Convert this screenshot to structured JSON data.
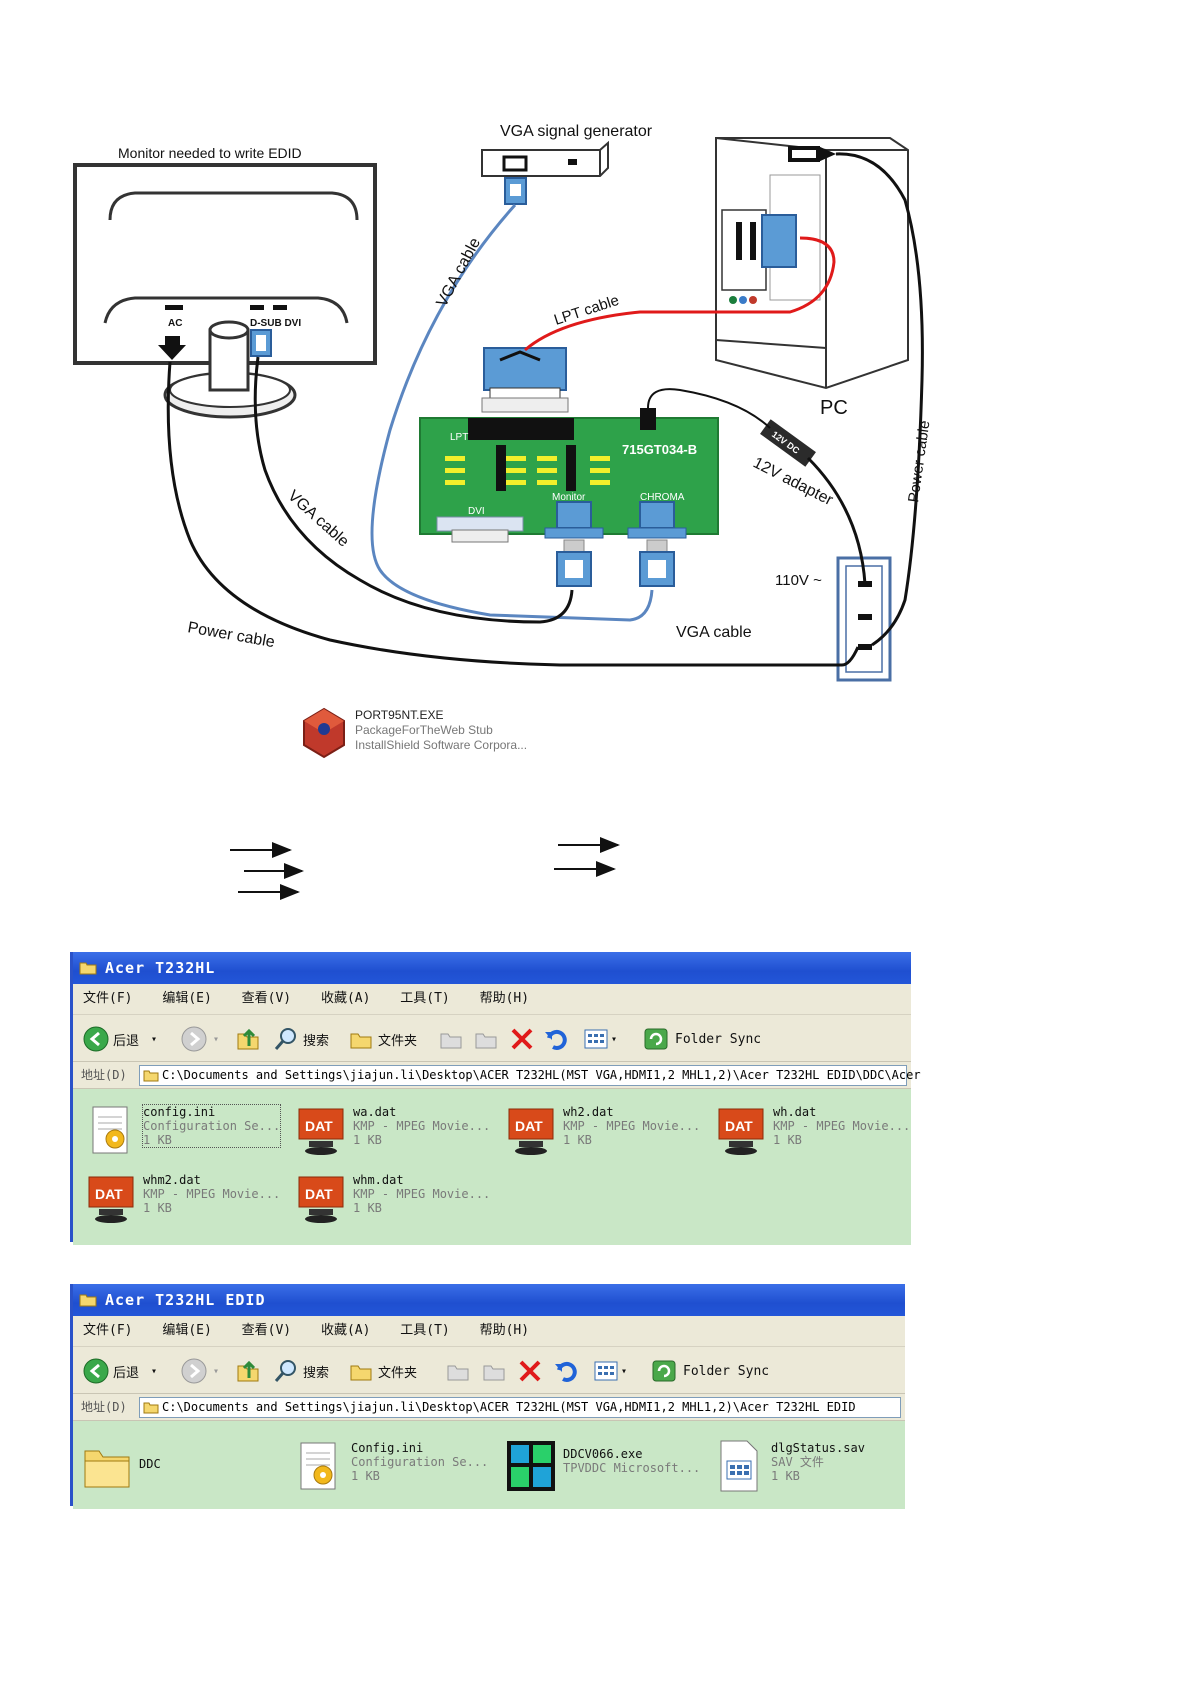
{
  "diagram": {
    "monitor_title": "Monitor needed to  write EDID",
    "ac_label": "AC",
    "dsub_dvi_label": "D-SUB DVI",
    "vga_generator_label": "VGA signal generator",
    "pc_label": "PC",
    "board_name": "715GT034-B",
    "board_lpt": "LPT",
    "board_dvi": "DVI",
    "board_monitor": "Monitor",
    "board_chroma": "CHROMA",
    "adapter_body": "12V DC",
    "adapter_label": "12V adapter",
    "outlet_label": "110V ~",
    "cable_vga_top": "VGA cable",
    "cable_lpt": "LPT cable",
    "cable_vga_left": "VGA cable",
    "cable_power_left": "Power cable",
    "cable_vga_bottom": "VGA cable",
    "cable_power_right": "Power cable"
  },
  "installer": {
    "name": "PORT95NT.EXE",
    "desc": "PackageForTheWeb Stub",
    "company": "InstallShield Software Corpora..."
  },
  "window1": {
    "title": "Acer T232HL",
    "menu": [
      "文件(F)",
      "编辑(E)",
      "查看(V)",
      "收藏(A)",
      "工具(T)",
      "帮助(H)"
    ],
    "toolbar": {
      "back": "后退",
      "search": "搜索",
      "folders": "文件夹",
      "sync": "Folder Sync"
    },
    "address_label": "地址(D)",
    "address_path": "C:\\Documents and Settings\\jiajun.li\\Desktop\\ACER T232HL(MST VGA,HDMI1,2 MHL1,2)\\Acer T232HL EDID\\DDC\\Acer",
    "files": [
      {
        "name": "config.ini",
        "type": "Configuration Se...",
        "size": "1 KB"
      },
      {
        "name": "wa.dat",
        "type": "KMP - MPEG Movie...",
        "size": "1 KB"
      },
      {
        "name": "wh2.dat",
        "type": "KMP - MPEG Movie...",
        "size": "1 KB"
      },
      {
        "name": "wh.dat",
        "type": "KMP - MPEG Movie...",
        "size": "1 KB"
      },
      {
        "name": "whm2.dat",
        "type": "KMP - MPEG Movie...",
        "size": "1 KB"
      },
      {
        "name": "whm.dat",
        "type": "KMP - MPEG Movie...",
        "size": "1 KB"
      }
    ]
  },
  "window2": {
    "title": "Acer T232HL EDID",
    "menu": [
      "文件(F)",
      "编辑(E)",
      "查看(V)",
      "收藏(A)",
      "工具(T)",
      "帮助(H)"
    ],
    "toolbar": {
      "back": "后退",
      "search": "搜索",
      "folders": "文件夹",
      "sync": "Folder Sync"
    },
    "address_label": "地址(D)",
    "address_path": "C:\\Documents and Settings\\jiajun.li\\Desktop\\ACER T232HL(MST VGA,HDMI1,2 MHL1,2)\\Acer T232HL EDID",
    "files": [
      {
        "name": "DDC"
      },
      {
        "name": "Config.ini",
        "type": "Configuration Se...",
        "size": "1 KB"
      },
      {
        "name": "DDCV066.exe",
        "type": "TPVDDC Microsoft..."
      },
      {
        "name": "dlgStatus.sav",
        "type": "SAV 文件",
        "size": "1 KB"
      }
    ]
  },
  "colors": {
    "vga_cable": "#5b86c0",
    "lpt_cable": "#e01a1a",
    "board": "#2ea24a",
    "connector": "#5b9bd5",
    "explorer_bg": "#c9e7c6",
    "titlebar": "#2356d8"
  }
}
